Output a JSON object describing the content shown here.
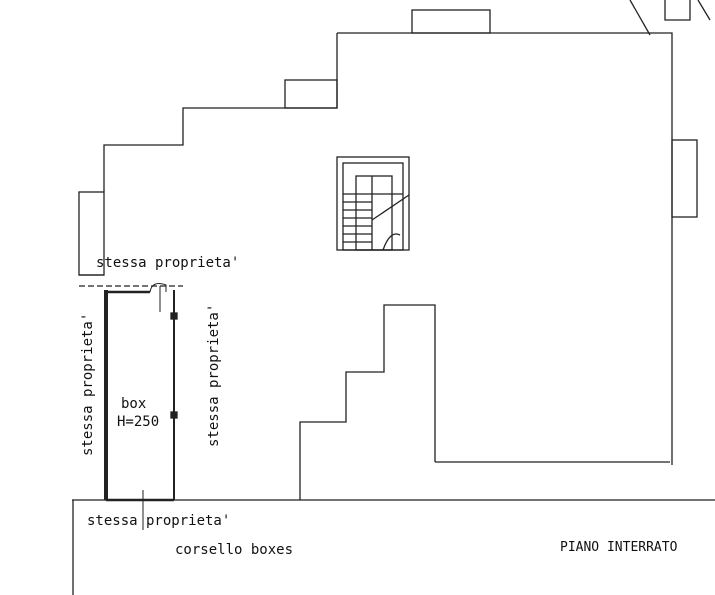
{
  "labels": {
    "top": "stessa proprieta'",
    "left": "stessa proprieta'",
    "right": "stessa proprieta'",
    "bottom": "stessa proprieta'",
    "box": "box",
    "height": "H=250",
    "corridor": "corsello boxes",
    "floor": "PIANO INTERRATO"
  }
}
